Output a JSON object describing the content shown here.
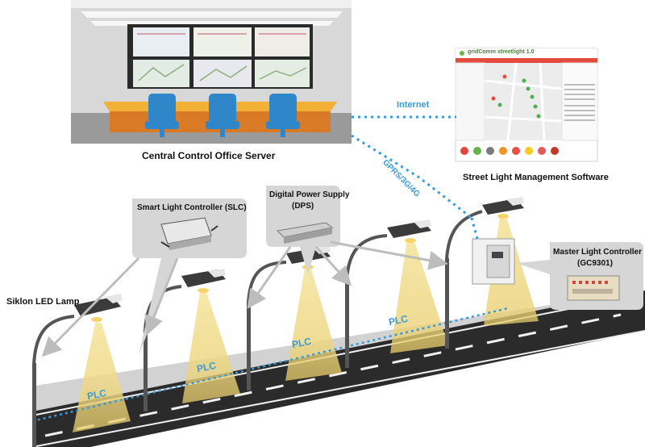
{
  "labels": {
    "server": "Central Control Office Server",
    "software": "Street Light Management Software",
    "internet": "Internet",
    "cellular": "GPRS/3G/4G",
    "slc": "Smart Light Controller (SLC)",
    "dps_title": "Digital Power Supply",
    "dps_abbr": "(DPS)",
    "lamp": "Siklon LED Lamp",
    "mlc_title": "Master Light Controller",
    "mlc_model": "(GC9301)",
    "plc": "PLC"
  },
  "software_window": {
    "brand": "gridComm streetlight 1.0"
  },
  "colors": {
    "network": "#3a9ad9",
    "road": "#2b2b2b",
    "sidewalk": "#c9c9c9",
    "light_cone": "#f3de8c",
    "desk": "#d97b26",
    "chairs": "#2f86c9",
    "callout": "#d6d6d6",
    "arrows": "#bdbdbd"
  }
}
